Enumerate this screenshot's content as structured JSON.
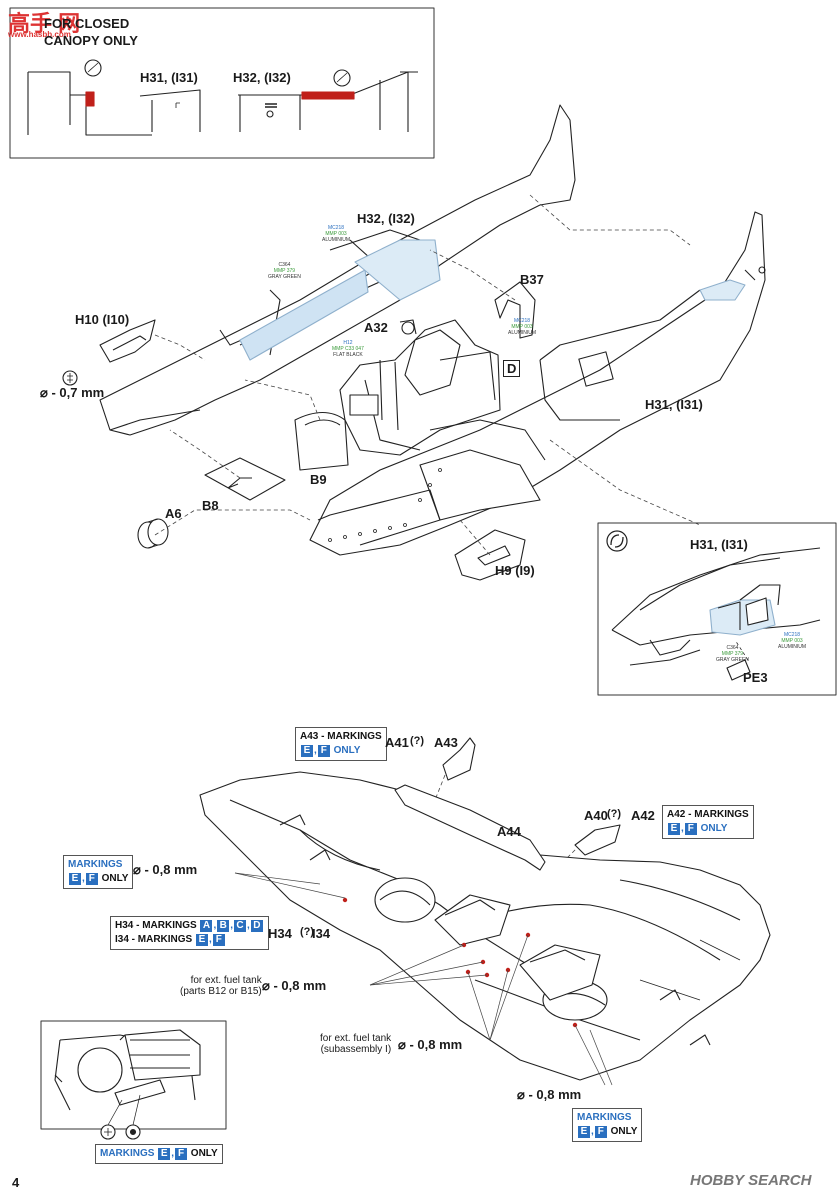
{
  "page": {
    "number": "4"
  },
  "watermark": {
    "top_left": "高手 网",
    "top_left_url": "www.hasbb.com",
    "bottom_right": "HOBBY SEARCH"
  },
  "inset_top": {
    "title_line1": "FOR CLOSED",
    "title_line2": "CANOPY ONLY",
    "label_left": "H31, (I31)",
    "label_right": "H32, (I32)"
  },
  "inset_right": {
    "label_top": "H31, (I31)",
    "label_part": "PE3",
    "paint1": {
      "code": "C364",
      "name": "GRAY GREEN",
      "ref": "MMP 379"
    },
    "paint2": {
      "code": "MC218",
      "name": "ALUMINIUM",
      "ref": "MMP 003"
    }
  },
  "fuselage": {
    "labels": {
      "h32": "H32, (I32)",
      "h10": "H10 (I10)",
      "a32": "A32",
      "b37": "B37",
      "d": "D",
      "h31": "H31, (I31)",
      "b9": "B9",
      "b8": "B8",
      "a6": "A6",
      "h9": "H9 (I9)"
    },
    "drill": "⌀ - 0,7 mm",
    "paints": {
      "p1": {
        "code": "MC218",
        "ref": "MMP 003",
        "name": "ALUMINIUM"
      },
      "p2": {
        "code": "C364",
        "ref": "MMP 379",
        "name": "GRAY GREEN"
      },
      "p3": {
        "code": "H12",
        "ref": "MMP C33 047",
        "name": "FLAT BLACK"
      },
      "p4": {
        "code": "MC218",
        "ref": "MMP 003",
        "name": "ALUMINIUM"
      }
    }
  },
  "wing": {
    "labels": {
      "a41": "A41",
      "a43": "A43",
      "a40": "A40",
      "a42": "A42",
      "a44": "A44",
      "h34": "H34",
      "i34": "I34"
    },
    "box_a43": {
      "line1": "A43 - MARKINGS",
      "badges": [
        "E",
        "F"
      ],
      "suffix": "ONLY"
    },
    "box_a42": {
      "line1": "A42 - MARKINGS",
      "badges": [
        "E",
        "F"
      ],
      "suffix": "ONLY"
    },
    "box_markings_ef": {
      "line1": "MARKINGS",
      "badges": [
        "E",
        "F"
      ],
      "suffix": "ONLY"
    },
    "box_h34": {
      "h34_prefix": "H34 - MARKINGS",
      "h34_badges": [
        "A",
        "B",
        "C",
        "D"
      ],
      "i34_prefix": "I34 - MARKINGS",
      "i34_badges": [
        "E",
        "F"
      ]
    },
    "drill_1": "⌀ - 0,8 mm",
    "fuel_tank_parts": "for ext. fuel tank\n(parts B12 or B15)",
    "drill_2": "⌀ - 0,8 mm",
    "fuel_tank_sub": "for ext. fuel tank\n(subassembly I)",
    "drill_3": "⌀ - 0,8 mm",
    "drill_4": "⌀ - 0,8 mm",
    "box_bottom_right": {
      "line1": "MARKINGS",
      "badges": [
        "E",
        "F"
      ],
      "suffix": "ONLY"
    }
  },
  "inset_bottom": {
    "box": {
      "line1": "MARKINGS",
      "badges": [
        "E",
        "F"
      ],
      "suffix": "ONLY"
    }
  },
  "colors": {
    "accent_blue": "#2a6fbf",
    "cockpit_blue": "#cfe3f3",
    "red_strip": "#c0201a"
  }
}
